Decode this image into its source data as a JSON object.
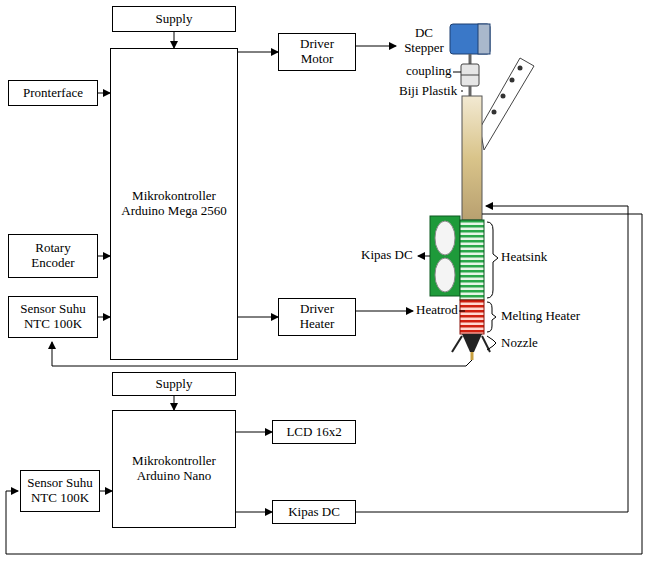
{
  "diagram": {
    "nodes": [
      {
        "text": [
          "Supply"
        ]
      },
      {
        "text": [
          "Pronterface"
        ]
      },
      {
        "text": [
          "Mikrokontroller Arduino Mega 2560"
        ]
      },
      {
        "text": [
          "Rotary Encoder"
        ]
      },
      {
        "text": [
          "Sensor Suhu NTC 100K"
        ]
      },
      {
        "text": [
          "Driver Motor"
        ]
      },
      {
        "text": [
          "Driver Heater"
        ]
      },
      {
        "text": [
          "Supply"
        ]
      },
      {
        "text": [
          "Mikrokontroller Arduino Nano"
        ]
      },
      {
        "text": [
          "LCD 16x2"
        ]
      },
      {
        "text": [
          "Sensor Suhu NTC 100K"
        ]
      },
      {
        "text": [
          "Kipas DC"
        ]
      }
    ],
    "edges": [
      {
        "from": 0,
        "to": 2,
        "arrow": "to"
      },
      {
        "from": 1,
        "to": 2,
        "arrow": "to"
      },
      {
        "from": 3,
        "to": 2,
        "arrow": "to"
      },
      {
        "from": 4,
        "to": 2,
        "arrow": "to"
      },
      {
        "from": 2,
        "to": 5,
        "arrow": "to"
      },
      {
        "from": 2,
        "to": 6,
        "arrow": "to"
      },
      {
        "from": 7,
        "to": 8,
        "arrow": "to"
      },
      {
        "from": 8,
        "to": 9,
        "arrow": "to"
      },
      {
        "from": 8,
        "to": 11,
        "arrow": "to"
      },
      {
        "from": 10,
        "to": 8,
        "arrow": "to"
      }
    ],
    "labels": [
      "DC Stepper",
      "coupling",
      "Biji Plastik",
      "Kipas DC",
      "Heatsink",
      "Heatrod",
      "Melting Heater",
      "Nozzle"
    ]
  }
}
